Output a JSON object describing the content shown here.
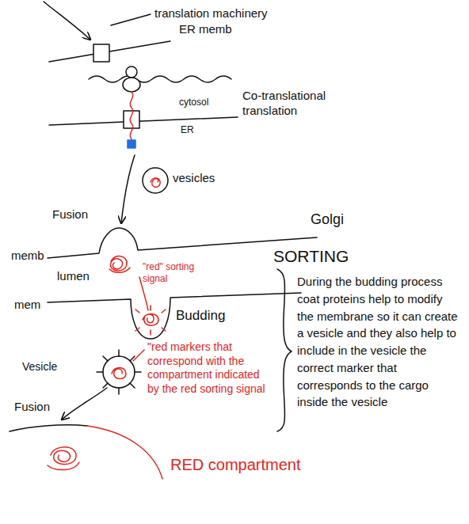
{
  "diagram": {
    "labels": [
      "translation machinery",
      "ER memb",
      "cytosol",
      "Co-translational translation",
      "ER",
      "vesicles",
      "Fusion",
      "Golgi",
      "memb",
      "SORTING",
      "lumen",
      "\"red\" sorting signal",
      "mem",
      "Budding",
      "Vesicle",
      "\"red markers that correspond with the compartment indicated by the red sorting signal",
      "Fusion",
      "RED compartment",
      "During the budding process coat proteins help to modify the membrane so it can create a vesicle and they also help to include in the vesicle the correct marker that corresponds to the cargo inside the vesicle"
    ]
  }
}
